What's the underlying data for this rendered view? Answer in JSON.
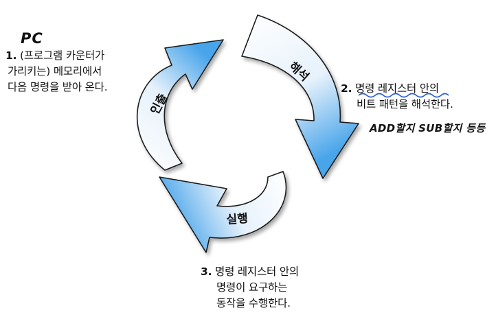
{
  "handwritten": {
    "pc": "PC",
    "add_note": "ADD할지 SUB할지 등등"
  },
  "arrows": {
    "fetch": "인출",
    "decode": "해석",
    "execute": "실행"
  },
  "steps": [
    {
      "num": "1.",
      "lines": [
        "(프로그램 카운터가",
        "가리키는) 메모리에서",
        "다음 명령을 받아 온다."
      ]
    },
    {
      "num": "2.",
      "lines": [
        "명령 레지스터 안의",
        "비트 패턴을 해석한다."
      ]
    },
    {
      "num": "3.",
      "lines": [
        "명령 레지스터 안의",
        "명령이 요구하는",
        "동작을 수행한다."
      ]
    }
  ],
  "colors": {
    "arrow_light": "#f4f8fd",
    "arrow_blue": "#4aa6ea",
    "outline": "#1a1a1a",
    "annotation": "#2a5bd7"
  }
}
